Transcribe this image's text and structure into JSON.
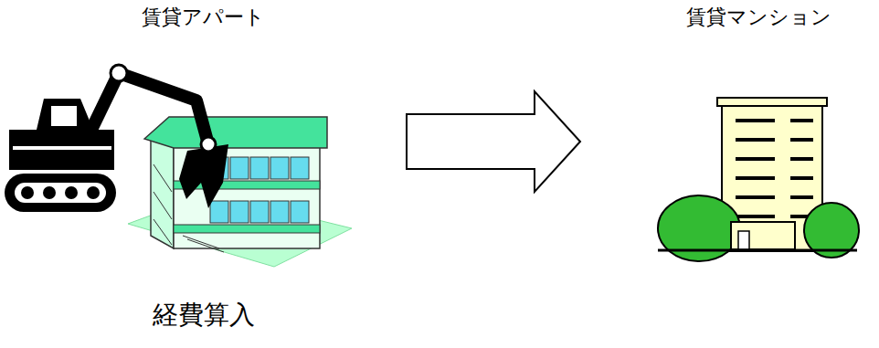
{
  "diagram": {
    "nodes": [
      {
        "text": [
          "賃貸アパート",
          "経費算入"
        ]
      },
      {
        "text": [
          "賃貸マンション"
        ]
      }
    ],
    "edges": [
      {
        "from": 0,
        "to": 1,
        "arrow": "to"
      }
    ]
  }
}
